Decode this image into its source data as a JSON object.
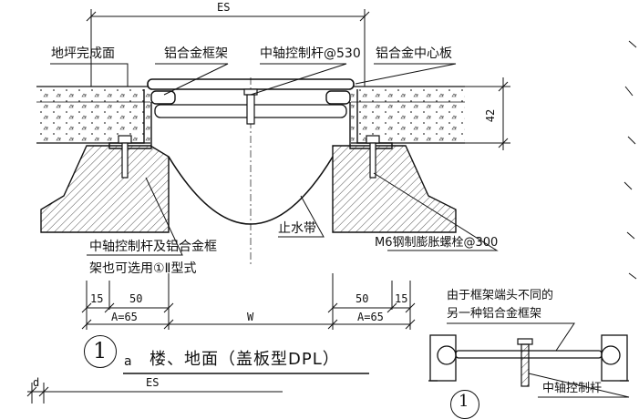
{
  "dims": {
    "es_top": "ES",
    "h42": "42",
    "d15_left": "15",
    "d50_left": "50",
    "a65_left": "A=65",
    "w": "W",
    "d50_right": "50",
    "d15_right": "15",
    "a65_right": "A=65",
    "d_bottom": "d",
    "es_bottom": "ES"
  },
  "labels": {
    "floor_finish": "地坪完成面",
    "alum_frame": "铝合金框架",
    "rod_spacing": "中轴控制杆@530",
    "alum_plate": "铝合金中心板",
    "waterstop": "止水带",
    "note_line1": "中轴控制杆及铝合金框",
    "note_line2": "架也可选用①Ⅱ型式",
    "bolt": "M6钢制膨胀螺栓@300",
    "detail_note1": "由于框架端头不同的",
    "detail_note2": "另一种铝合金框架",
    "detail_rod": "中轴控制杆"
  },
  "title": {
    "number": "1",
    "sub": "a",
    "text": "楼、地面（盖板型DPL）"
  },
  "partial_circle_number": "1"
}
